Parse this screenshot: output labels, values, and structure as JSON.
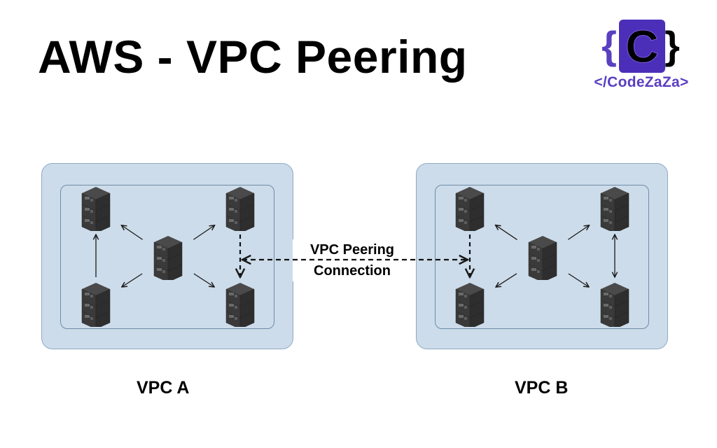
{
  "title": "AWS - VPC Peering",
  "logo": {
    "glyph": "C",
    "text": "</CodeZaZa>",
    "brand_color": "#5a3fc0",
    "accent_color": "#4b2fb8"
  },
  "peering": {
    "line1": "VPC Peering",
    "line2": "Connection"
  },
  "vpcs": [
    {
      "id": "a",
      "label": "VPC A",
      "servers": [
        "top-left",
        "top-right",
        "center",
        "bottom-left",
        "bottom-right"
      ],
      "links": [
        {
          "from": "center",
          "to": "top-left",
          "style": "solid",
          "arrow": "end"
        },
        {
          "from": "center",
          "to": "top-right",
          "style": "solid",
          "arrow": "end"
        },
        {
          "from": "center",
          "to": "bottom-left",
          "style": "solid",
          "arrow": "end"
        },
        {
          "from": "center",
          "to": "bottom-right",
          "style": "solid",
          "arrow": "end"
        },
        {
          "from": "bottom-left",
          "to": "top-left",
          "style": "solid",
          "arrow": "end"
        },
        {
          "from": "top-right",
          "to": "bottom-right",
          "style": "dashed",
          "arrow": "end"
        }
      ]
    },
    {
      "id": "b",
      "label": "VPC B",
      "servers": [
        "top-left",
        "top-right",
        "center",
        "bottom-left",
        "bottom-right"
      ],
      "links": [
        {
          "from": "center",
          "to": "top-left",
          "style": "solid",
          "arrow": "end"
        },
        {
          "from": "center",
          "to": "top-right",
          "style": "solid",
          "arrow": "end"
        },
        {
          "from": "center",
          "to": "bottom-left",
          "style": "solid",
          "arrow": "end"
        },
        {
          "from": "center",
          "to": "bottom-right",
          "style": "solid",
          "arrow": "end"
        },
        {
          "from": "top-right",
          "to": "bottom-right",
          "style": "solid",
          "arrow": "both"
        },
        {
          "from": "top-left",
          "to": "bottom-left",
          "style": "dashed",
          "arrow": "end"
        }
      ]
    }
  ],
  "colors": {
    "vpc_fill": "#cddcea",
    "vpc_border": "#8ea9c4",
    "subnet_border": "#6e8caa",
    "server": "#3d3d3d",
    "arrow": "#1a1a1a"
  }
}
